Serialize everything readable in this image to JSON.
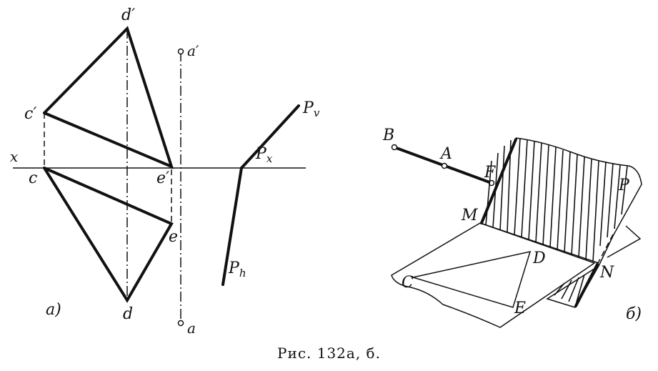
{
  "caption": "Рис. 132а, б.",
  "panel_a": {
    "tag": "а)",
    "labels": {
      "d_prime": "d′",
      "c_prime": "c′",
      "e_prime": "e′",
      "a_prime": "a′",
      "c": "c",
      "d": "d",
      "e": "e",
      "a": "a",
      "x": "x",
      "px": "P",
      "px_sub": "x",
      "pv": "P",
      "pv_sub": "v",
      "ph": "P",
      "ph_sub": "h"
    }
  },
  "panel_b": {
    "tag": "б)",
    "labels": {
      "B": "B",
      "A": "A",
      "F": "F",
      "M": "M",
      "N": "N",
      "P": "P",
      "C": "C",
      "D": "D",
      "E": "E"
    }
  }
}
